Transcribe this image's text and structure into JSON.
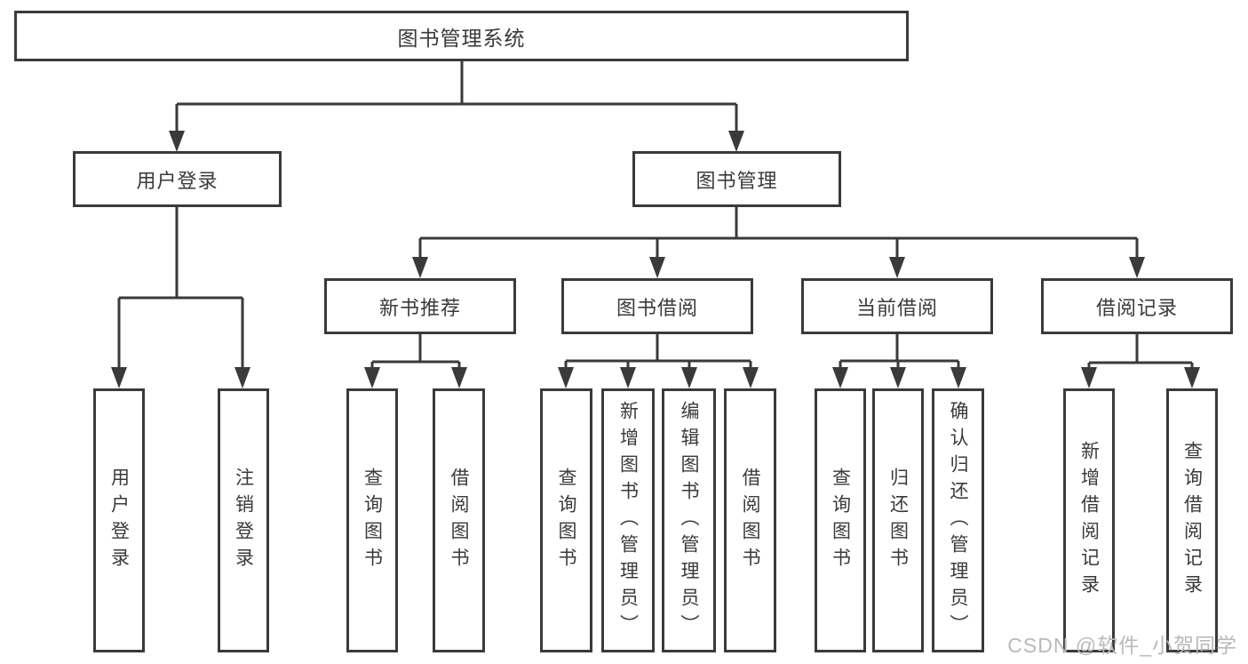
{
  "tree": {
    "root": {
      "label": "图书管理系统",
      "children": [
        {
          "label": "用户登录",
          "children": [
            {
              "label": "用户登录"
            },
            {
              "label": "注销登录"
            }
          ]
        },
        {
          "label": "图书管理",
          "children": [
            {
              "label": "新书推荐",
              "children": [
                {
                  "label": "查询图书"
                },
                {
                  "label": "借阅图书"
                }
              ]
            },
            {
              "label": "图书借阅",
              "children": [
                {
                  "label": "查询图书"
                },
                {
                  "label": "新增图书（管理员）"
                },
                {
                  "label": "编辑图书（管理员）"
                },
                {
                  "label": "借阅图书"
                }
              ]
            },
            {
              "label": "当前借阅",
              "children": [
                {
                  "label": "查询图书"
                },
                {
                  "label": "归还图书"
                },
                {
                  "label": "确认归还（管理员）"
                }
              ]
            },
            {
              "label": "借阅记录",
              "children": [
                {
                  "label": "新增借阅记录"
                },
                {
                  "label": "查询借阅记录"
                }
              ]
            }
          ]
        }
      ]
    }
  },
  "watermark": {
    "text": "CSDN @软件_小贺同学"
  },
  "colors": {
    "line": "#3a3a3a",
    "watermark": "#b9b9b9",
    "background": "#ffffff"
  }
}
